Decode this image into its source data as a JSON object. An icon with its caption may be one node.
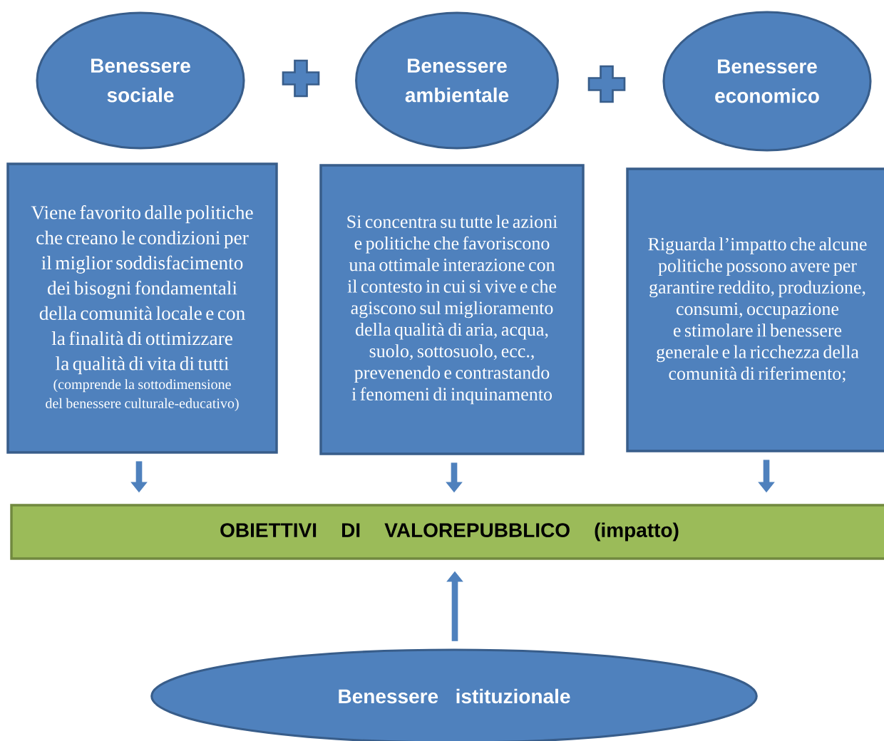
{
  "diagram": {
    "nodes": [
      {
        "text": [
          "Benessere sociale"
        ]
      },
      {
        "text": [
          "Benessere ambientale"
        ]
      },
      {
        "text": [
          "Benessere economico"
        ]
      },
      {
        "text": [
          "Viene favorito dalle politiche che creano le condizioni per il miglior soddisfacimento dei bisogni fondamentali della comunità locale e con la finalità di ottimizzare la qualità di vita di tutti",
          "(comprende la sottodimensione del benessere culturale-educativo)"
        ]
      },
      {
        "text": [
          "Si concentra su tutte le azioni e politiche che favoriscono una ottimale interazione con il contesto in cui si vive e che agiscono sul miglioramento della qualità di aria, acqua, suolo, sottosuolo, ecc., prevenendo e contrastando i fenomeni di inquinamento"
        ]
      },
      {
        "text": [
          "Riguarda l’impatto che alcune politiche possono avere per garantire reddito, produzione, consumi, occupazione e stimolare il benessere generale e la ricchezza della comunità di riferimento;"
        ]
      },
      {
        "text": [
          "OBIETTIVI DI VALOREPUBBLICO (impatto)"
        ]
      },
      {
        "text": [
          "Benessere istituzionale"
        ]
      }
    ],
    "edges": [
      {
        "from": 3,
        "to": 6,
        "arrow": "to"
      },
      {
        "from": 4,
        "to": 6,
        "arrow": "to"
      },
      {
        "from": 5,
        "to": 6,
        "arrow": "to"
      },
      {
        "from": 7,
        "to": 6,
        "arrow": "to"
      }
    ]
  }
}
